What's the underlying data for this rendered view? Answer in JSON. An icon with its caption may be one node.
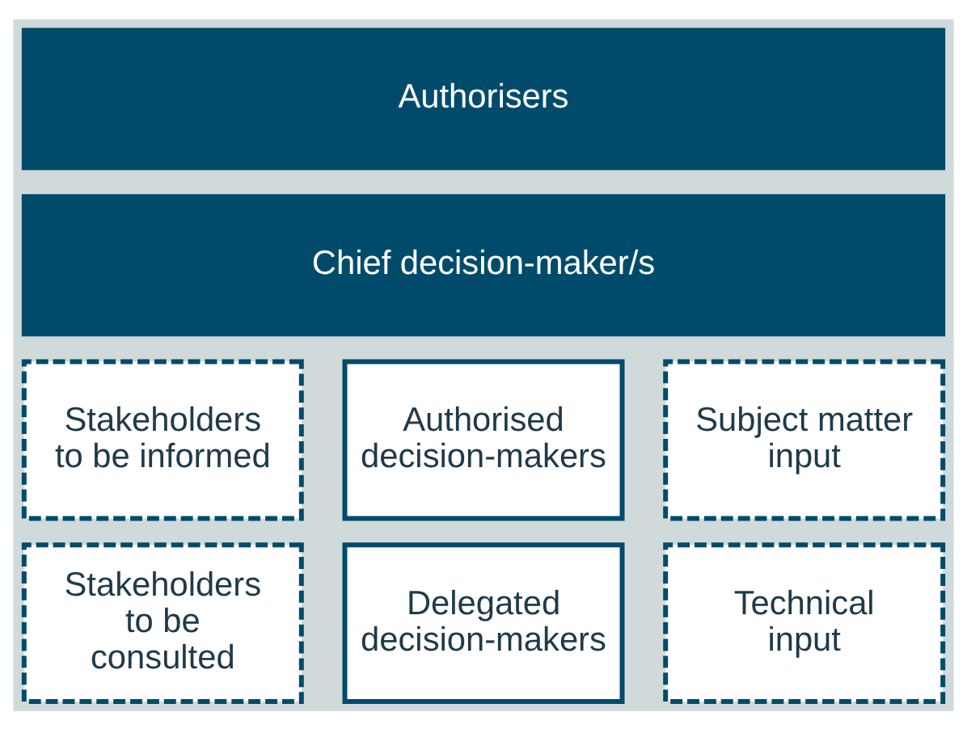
{
  "diagram": {
    "nodes": [
      {
        "text": [
          "Authorisers"
        ]
      },
      {
        "text": [
          "Chief decision-maker/s"
        ]
      },
      {
        "text": [
          "Stakeholders to be informed"
        ]
      },
      {
        "text": [
          "Authorised decision-makers"
        ]
      },
      {
        "text": [
          "Subject matter input"
        ]
      },
      {
        "text": [
          "Stakeholders to be consulted"
        ]
      },
      {
        "text": [
          "Delegated decision-makers"
        ]
      },
      {
        "text": [
          "Technical input"
        ]
      }
    ]
  }
}
